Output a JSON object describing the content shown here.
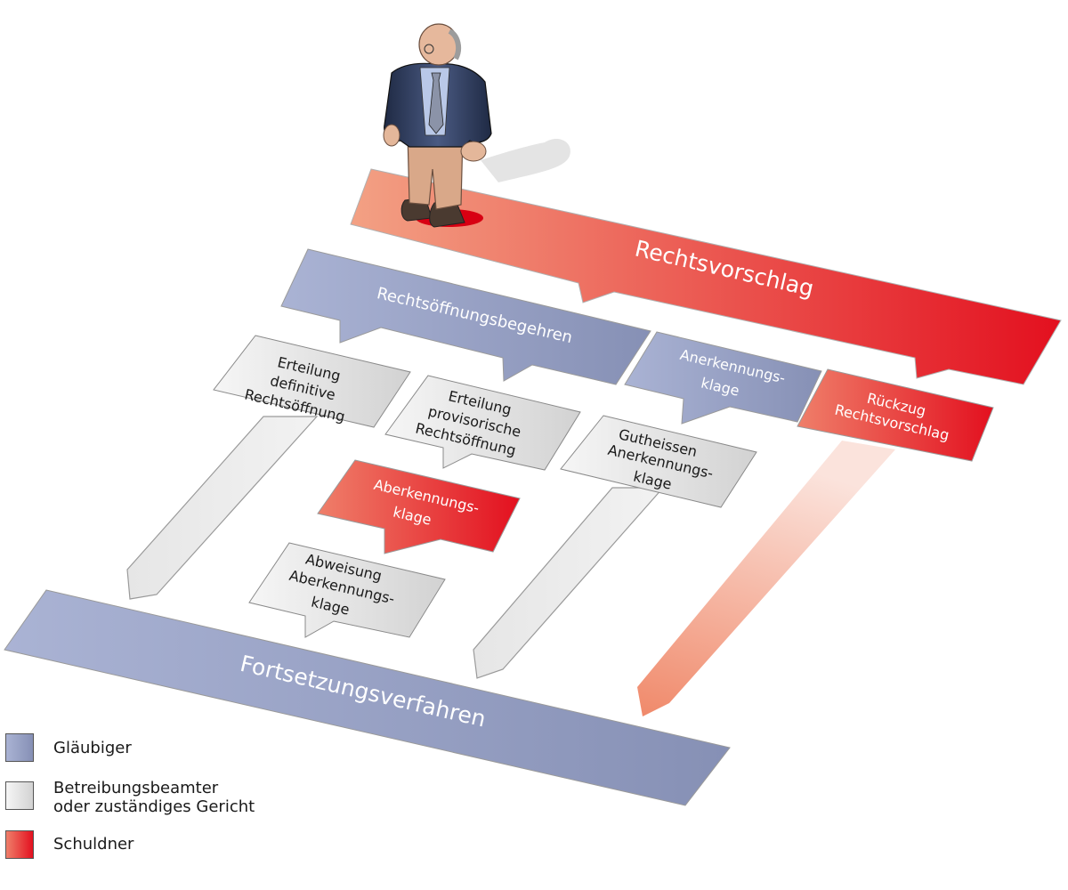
{
  "diagram": {
    "bands": {
      "rechtsvorschlag": "Rechtsvorschlag",
      "fortsetzung": "Fortsetzungsverfahren"
    },
    "callouts": {
      "rechtsoeffnung": "Rechtsöffnungsbegehren",
      "anerkennung_1": "Anerkennungs-",
      "anerkennung_2": "klage",
      "rueckzug_1": "Rückzug",
      "rueckzug_2": "Rechtsvorschlag",
      "aberkennung_1": "Aberkennungs-",
      "aberkennung_2": "klage"
    },
    "boxes": {
      "definitive_1": "Erteilung",
      "definitive_2": "definitive",
      "definitive_3": "Rechtsöffnung",
      "provisorische_1": "Erteilung",
      "provisorische_2": "provisorische",
      "provisorische_3": "Rechtsöffnung",
      "gutheissen_1": "Gutheissen",
      "gutheissen_2": "Anerkennungs-",
      "gutheissen_3": "klage",
      "abweisung_1": "Abweisung",
      "abweisung_2": "Aberkennungs-",
      "abweisung_3": "klage"
    }
  },
  "legend": [
    {
      "label": "Gläubiger",
      "color": "#97a1c4"
    },
    {
      "label": "Betreibungsbeamter\noder zuständiges Gericht",
      "color": "#e6e6e6"
    },
    {
      "label": "Schuldner",
      "color": "#e0202a"
    }
  ],
  "colors": {
    "creditor": "#97a1c4",
    "official": "#e6e6e6",
    "debtor": "#e0202a",
    "debtor_light": "#f0907a"
  }
}
